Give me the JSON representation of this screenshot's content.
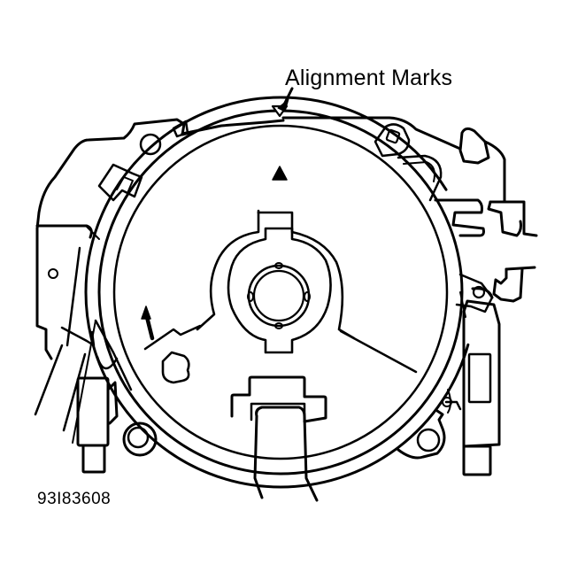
{
  "diagram": {
    "subject": "steering column clock spring assembly",
    "callout": {
      "label": "Alignment Marks",
      "targets": [
        "upper-hollow-triangle-mark",
        "lower-solid-triangle-mark"
      ]
    },
    "figure_id": "93I83608",
    "colors": {
      "line": "#000000",
      "background": "#ffffff"
    },
    "markers": {
      "upper_mark": "hollow-down-triangle",
      "lower_mark": "solid-up-triangle",
      "direction_arrow": "arrow-up"
    }
  }
}
